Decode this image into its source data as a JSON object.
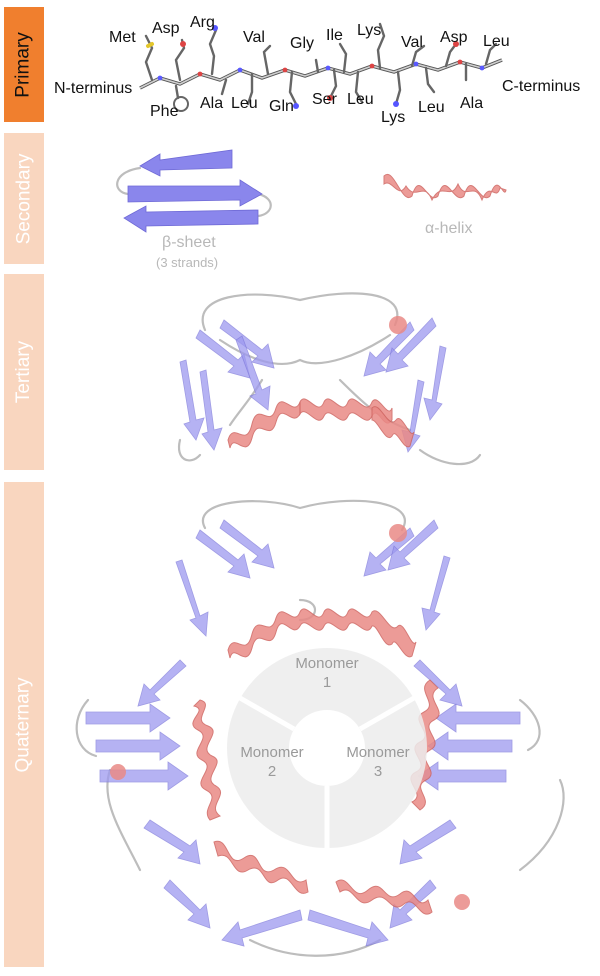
{
  "levels": {
    "primary": "Primary",
    "secondary": "Secondary",
    "tertiary": "Tertiary",
    "quaternary": "Quaternary"
  },
  "primary": {
    "n_terminus": "N-terminus",
    "c_terminus": "C-terminus",
    "residues_top": [
      "Met",
      "Asp",
      "Arg",
      "Val",
      "Gly",
      "Ile",
      "Lys",
      "Val",
      "Asp",
      "Leu"
    ],
    "residues_bottom": [
      "Phe",
      "Ala",
      "Leu",
      "Gln",
      "Ser",
      "Leu",
      "Lys",
      "Leu",
      "Ala"
    ]
  },
  "secondary": {
    "beta_sheet_label": "β-sheet",
    "beta_sheet_note": "(3 strands)",
    "alpha_helix_label": "α-helix"
  },
  "quaternary": {
    "monomers": [
      {
        "name": "Monomer",
        "number": "1"
      },
      {
        "name": "Monomer",
        "number": "2"
      },
      {
        "name": "Monomer",
        "number": "3"
      }
    ]
  },
  "colors": {
    "active_tab": "#f07f2e",
    "faded_tab": "#f9d6bf",
    "strand": "#8a86ec",
    "helix": "#e98a86",
    "loop": "#bdbdbd"
  }
}
